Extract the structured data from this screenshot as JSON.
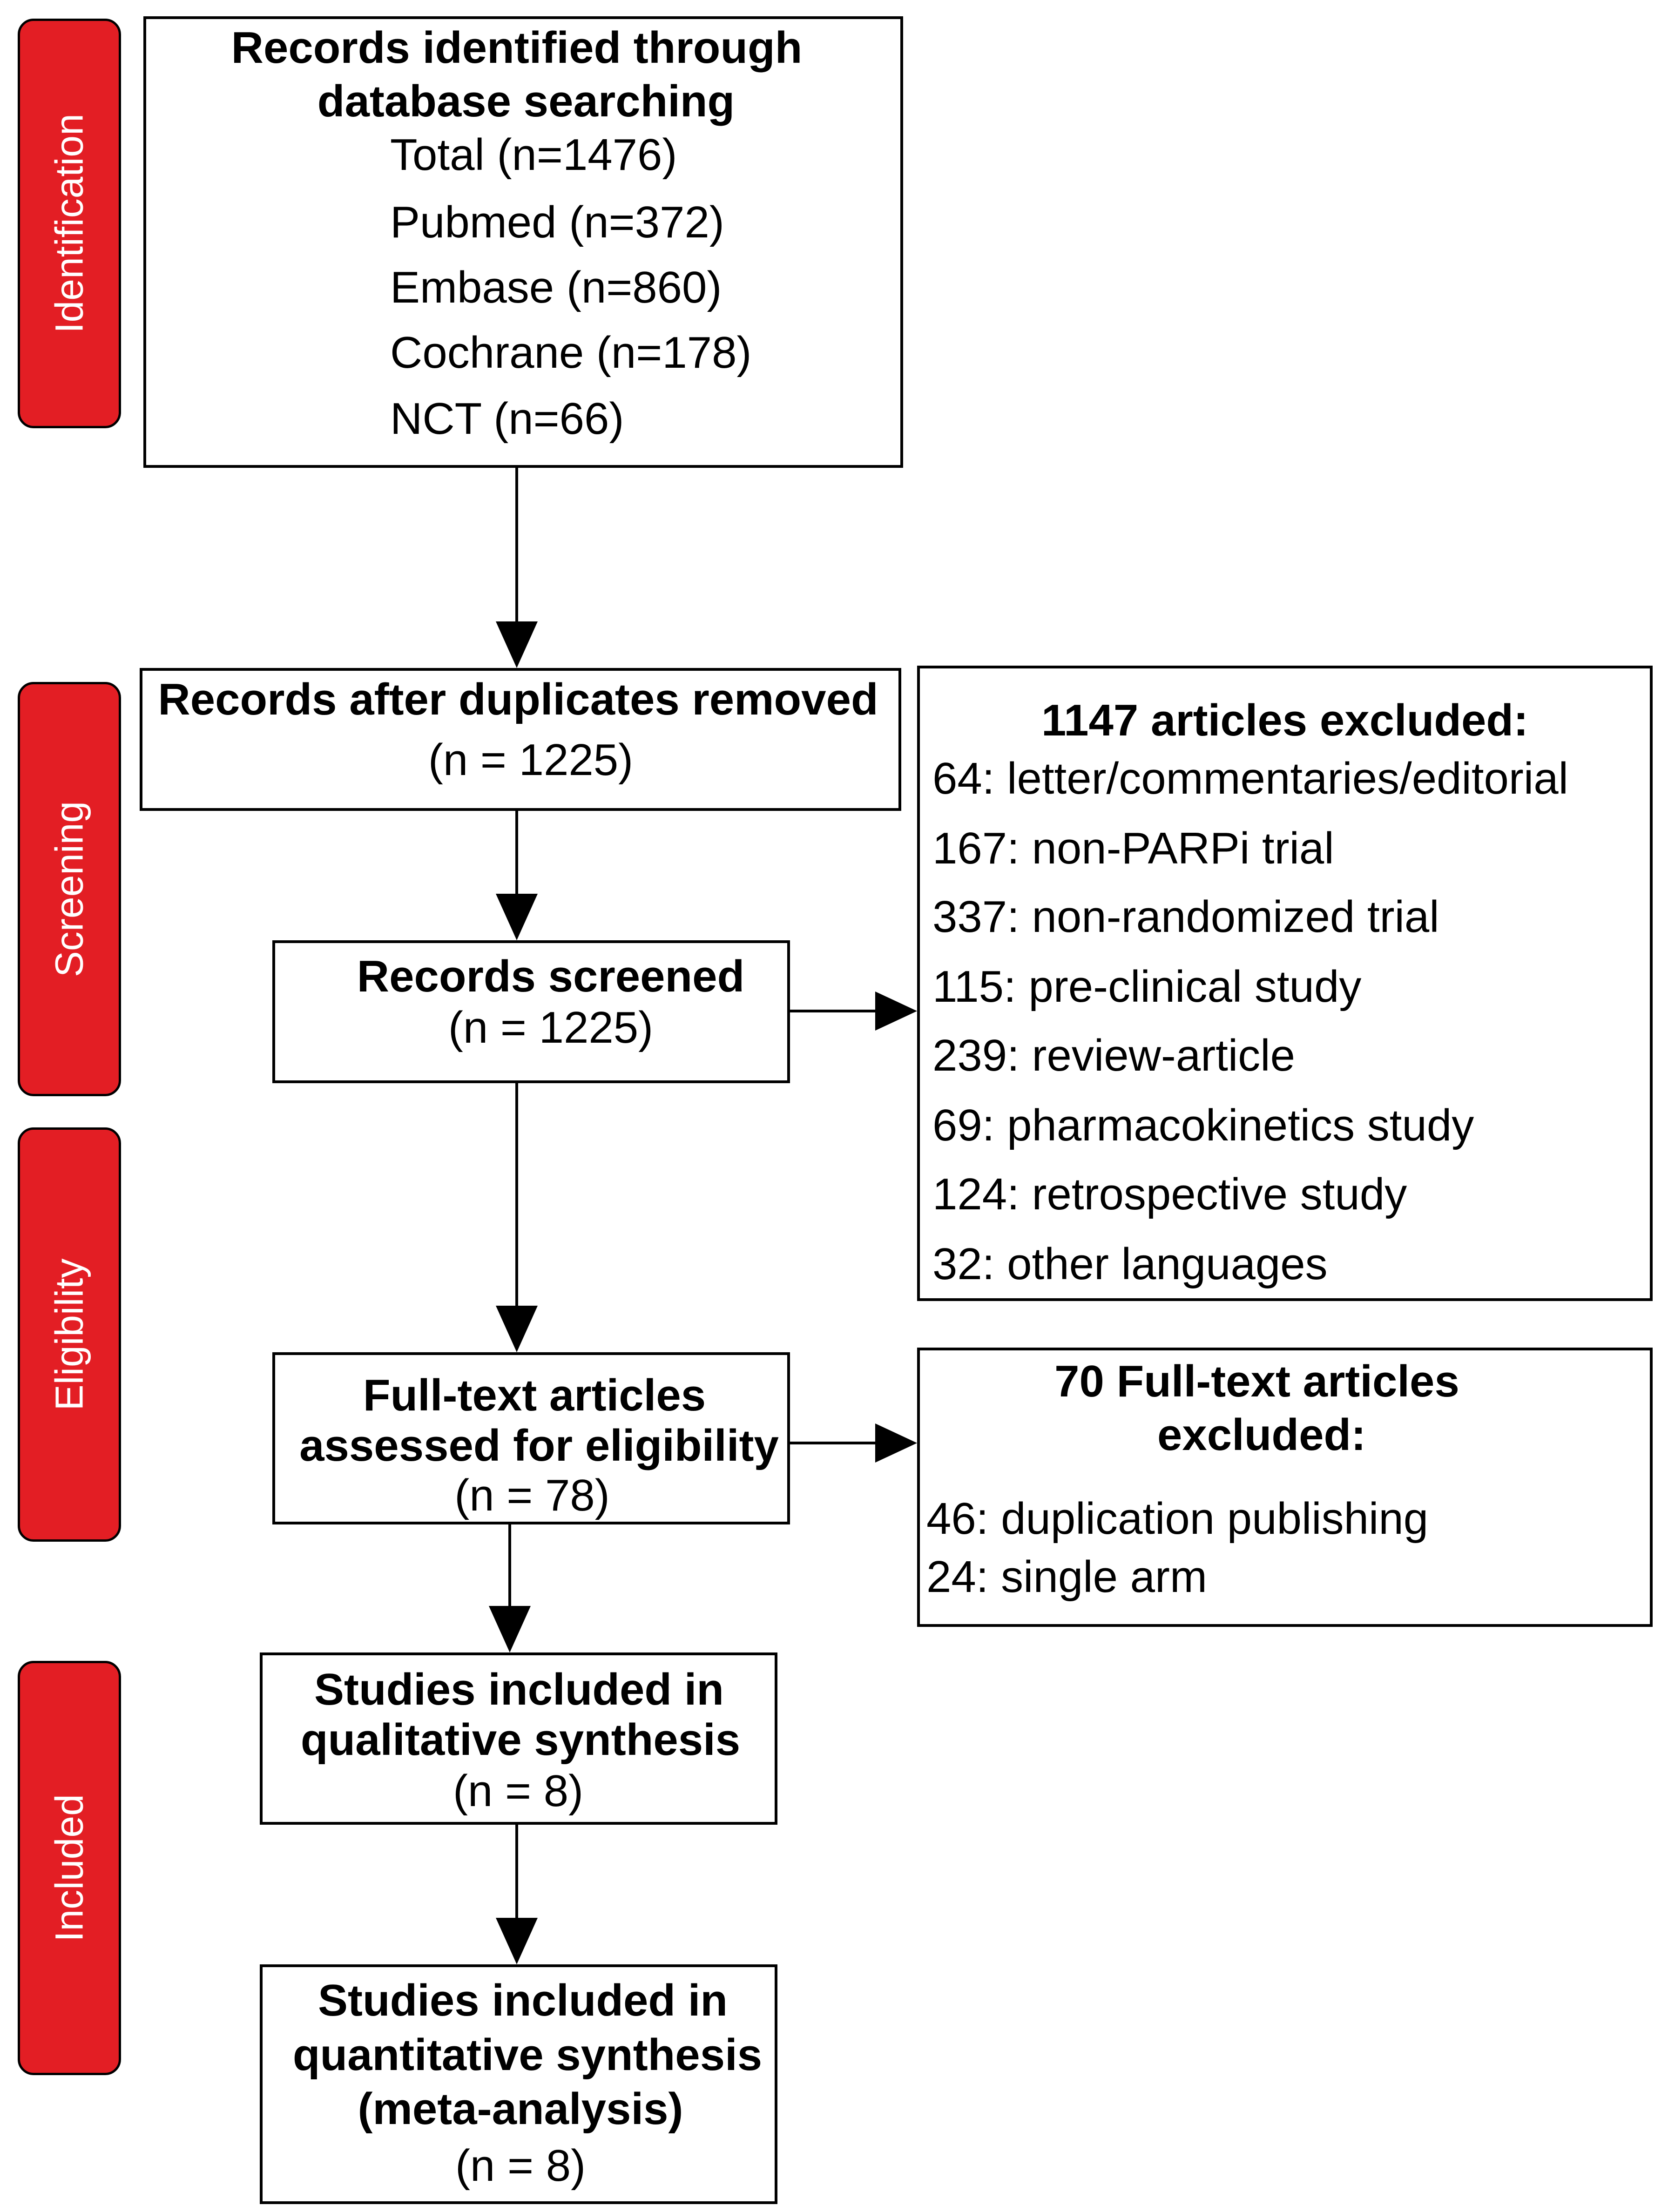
{
  "phases": {
    "identification": "Identification",
    "screening": "Screening",
    "eligibility": "Eligibility",
    "included": "Included"
  },
  "identification": {
    "title_line1": "Records identified through",
    "title_line2": "database searching",
    "total": "Total (n=1476)",
    "pubmed": "Pubmed (n=372)",
    "embase": "Embase (n=860)",
    "cochrane": "Cochrane (n=178)",
    "nct": "NCT (n=66)"
  },
  "duplicates": {
    "title": "Records after duplicates removed",
    "count": "(n = 1225)"
  },
  "screened": {
    "title": "Records screened",
    "count": "(n = 1225)"
  },
  "excluded_screening": {
    "title": "1147 articles excluded:",
    "items": [
      "64: letter/commentaries/editorial",
      "167: non-PARPi trial",
      "337: non-randomized trial",
      "115: pre-clinical study",
      "239: review-article",
      "69: pharmacokinetics study",
      "124: retrospective study",
      "32: other languages"
    ]
  },
  "fulltext": {
    "title_line1": "Full-text articles",
    "title_line2": "assessed for eligibility",
    "count": "(n = 78)"
  },
  "excluded_fulltext": {
    "title_line1": "70 Full-text articles",
    "title_line2": "excluded:",
    "items": [
      "46: duplication publishing",
      "24: single arm"
    ]
  },
  "qualitative": {
    "title_line1": "Studies included in",
    "title_line2": "qualitative synthesis",
    "count": "(n = 8)"
  },
  "quantitative": {
    "title_line1": "Studies included in",
    "title_line2": "quantitative synthesis",
    "title_line3": "(meta-analysis)",
    "count": "(n = 8)"
  },
  "colors": {
    "phase_fill": "#e31e24",
    "phase_text": "#ffffff",
    "line": "#000000"
  }
}
